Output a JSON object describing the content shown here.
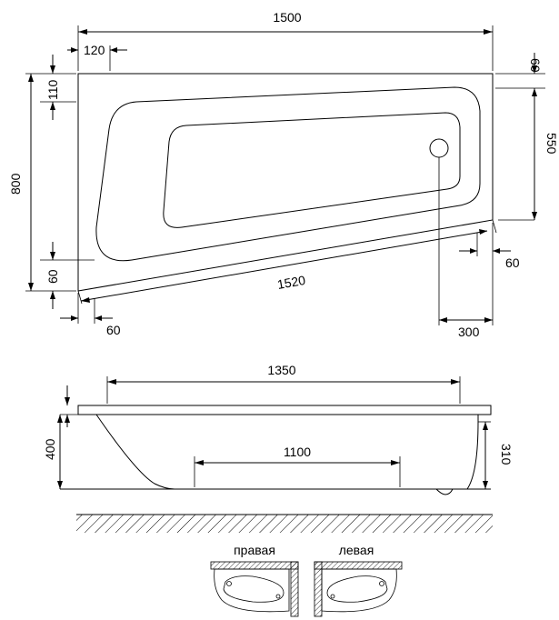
{
  "top_view": {
    "overall_length": "1500",
    "left_offset": "120",
    "right_top_offset": "60",
    "left_top_offset": "110",
    "overall_width": "800",
    "right_width": "550",
    "left_bottom_offset": "60",
    "diagonal_length": "1520",
    "right_bottom_offset": "60",
    "bottom_left_offset": "60",
    "drain_offset": "300"
  },
  "side_view": {
    "inner_length": "1350",
    "bottom_length": "1100",
    "height": "400",
    "rim_height": "310"
  },
  "variants": {
    "right_label": "правая",
    "left_label": "левая"
  }
}
